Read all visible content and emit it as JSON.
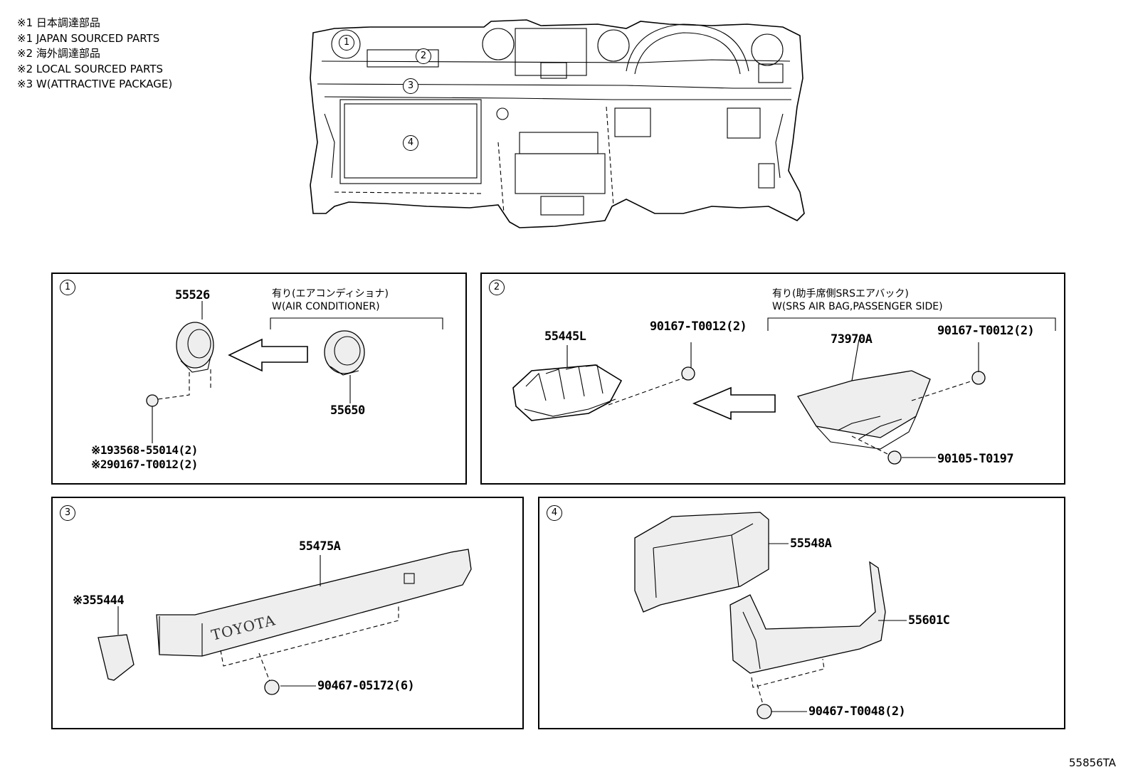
{
  "legend": [
    {
      "mark": "※1",
      "text": "日本調達部品"
    },
    {
      "mark": "※1",
      "text": "JAPAN SOURCED PARTS"
    },
    {
      "mark": "※2",
      "text": "海外調達部品"
    },
    {
      "mark": "※2",
      "text": "LOCAL SOURCED PARTS"
    },
    {
      "mark": "※3",
      "text": "W(ATTRACTIVE PACKAGE)"
    }
  ],
  "overview": {
    "callouts": [
      "1",
      "2",
      "3",
      "4"
    ]
  },
  "panels": [
    {
      "number": "1",
      "condition_jp": "有り(エアコンディショナ)",
      "condition_en": "W(AIR CONDITIONER)",
      "parts": [
        "55526",
        "55650",
        "※193568-55014(2)",
        "※290167-T0012(2)"
      ]
    },
    {
      "number": "2",
      "condition_jp": "有り(助手席側SRSエアバック)",
      "condition_en": "W(SRS AIR BAG,PASSENGER SIDE)",
      "parts": [
        "55445L",
        "90167-T0012(2)",
        "73970A",
        "90167-T0012(2)",
        "90105-T0197"
      ]
    },
    {
      "number": "3",
      "parts": [
        "55475A",
        "※355444",
        "90467-05172(6)"
      ],
      "emblem": "TOYOTA"
    },
    {
      "number": "4",
      "parts": [
        "55548A",
        "55601C",
        "90467-T0048(2)"
      ]
    }
  ],
  "reference": "55856TA"
}
